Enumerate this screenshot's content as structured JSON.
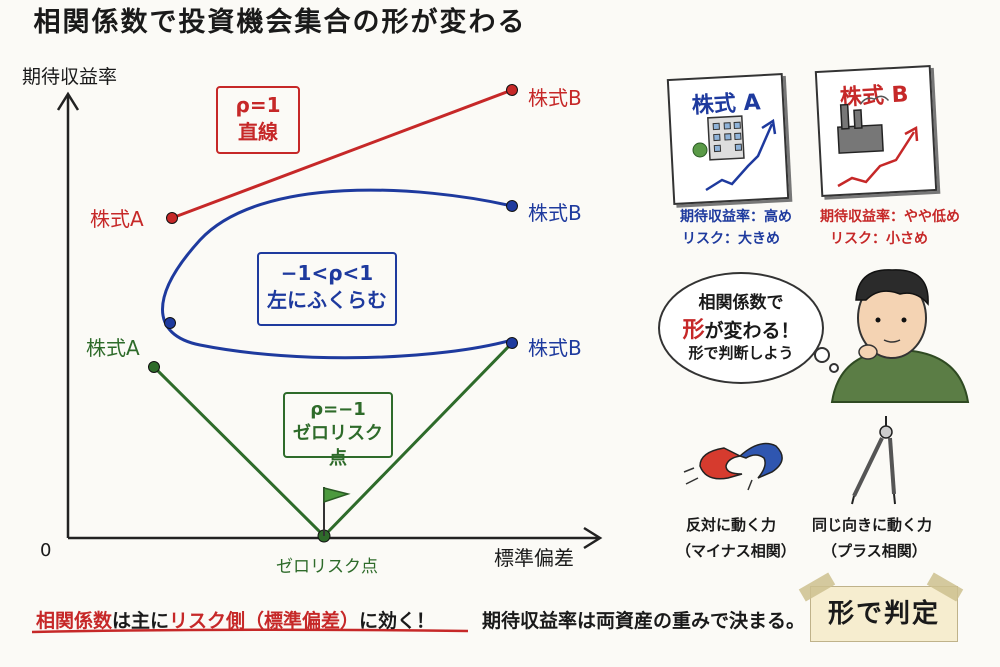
{
  "title": "相関係数で投資機会集合の形が変わる",
  "axes": {
    "y_label": "期待収益率",
    "x_label": "標準偏差",
    "origin": "0"
  },
  "points": {
    "red_a": "株式A",
    "red_b": "株式B",
    "blue_b": "株式B",
    "green_a": "株式A",
    "green_b": "株式B"
  },
  "cases": {
    "rho_plus1": {
      "line1": "ρ=1",
      "line2": "直線"
    },
    "rho_mid": {
      "line1": "−1<ρ<1",
      "line2": "左にふくらむ"
    },
    "rho_minus1": {
      "line1": "ρ=−1",
      "line2": "ゼロリスク点"
    },
    "zero_risk_label": "ゼロリスク点"
  },
  "stock_cards": {
    "a": {
      "title": "株式 A",
      "line1": "期待収益率：高め",
      "line2": "リスク：大きめ"
    },
    "b": {
      "title": "株式 B",
      "line1": "期待収益率：やや低め",
      "line2": "リスク：小さめ"
    }
  },
  "speech": {
    "line1": "相関係数で",
    "line2a": "形",
    "line2b": "が変わる！",
    "line3": "形で判断しよう"
  },
  "magnet_caption": {
    "line1": "反対に動く力",
    "line2": "（マイナス相関）"
  },
  "compass_caption": {
    "line1": "同じ向きに動く力",
    "line2": "（プラス相関）"
  },
  "bottom": {
    "note_a": "相関係数",
    "note_b": "は主に",
    "note_c": "リスク側（標準偏差）",
    "note_d": "に効く！",
    "note2": "期待収益率は両資産の重みで決まる。",
    "judge": "形で判定"
  },
  "colors": {
    "red": "#c62828",
    "blue": "#1e3a9e",
    "green": "#2e6b2a"
  }
}
